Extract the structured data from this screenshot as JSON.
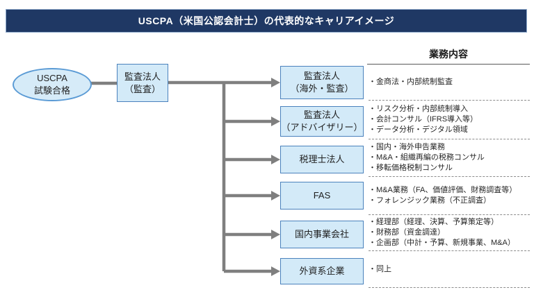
{
  "title": "USCPA（米国公認会計士）の代表的なキャリアイメージ",
  "column_header": "業務内容",
  "start_node": {
    "line1": "USCPA",
    "line2": "試験合格"
  },
  "root_node": {
    "line1": "監査法人",
    "line2": "（監査）"
  },
  "branches": [
    {
      "label1": "監査法人",
      "label2": "（海外・監査）",
      "bullets": [
        "・金商法・内部統制監査"
      ]
    },
    {
      "label1": "監査法人",
      "label2": "（アドバイザリー）",
      "bullets": [
        "・リスク分析・内部統制導入",
        "・会計コンサル（IFRS導入等）",
        "・データ分析・デジタル領域"
      ]
    },
    {
      "label1": "税理士法人",
      "bullets": [
        "・国内・海外申告業務",
        "・M&A・組織再編の税務コンサル",
        "・移転価格税制コンサル"
      ]
    },
    {
      "label1": "FAS",
      "bullets": [
        "・M&A業務（FA、価値評価、財務調査等）",
        "・フォレンジック業務（不正調査）"
      ]
    },
    {
      "label1": "国内事業会社",
      "bullets": [
        "・経理部（経理、決算、予算策定等）",
        "・財務部（資金調達）",
        "・企画部（中計・予算、新規事業、M&A）"
      ]
    },
    {
      "label1": "外資系企業",
      "bullets": [
        "・同上"
      ]
    }
  ],
  "colors": {
    "banner": "#1f3864",
    "box_fill": "#d3eaf8",
    "box_border": "#4a81bc",
    "connector": "#7f7f7f"
  }
}
